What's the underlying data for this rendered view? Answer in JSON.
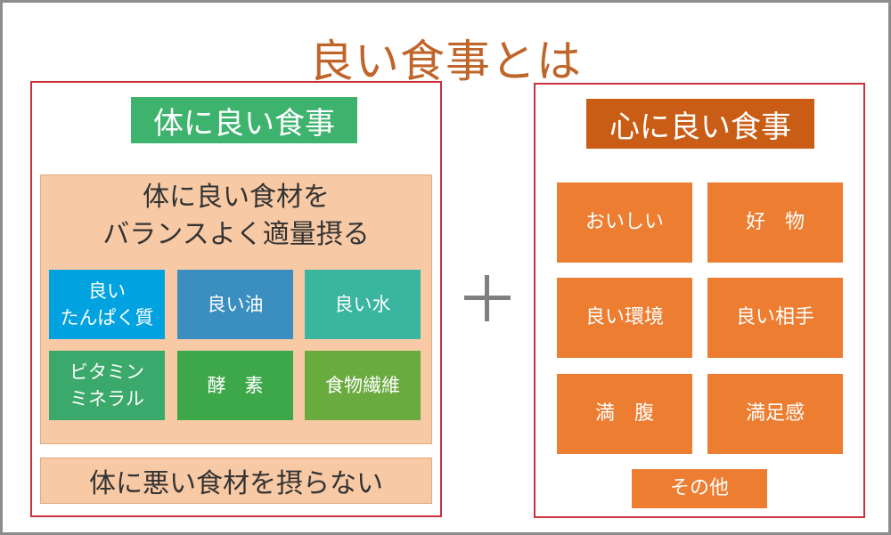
{
  "title": "良い食事とは",
  "left": {
    "heading": "体に良い食事",
    "intro_line1": "体に良い食材を",
    "intro_line2": "バランスよく適量摂る",
    "tiles": [
      {
        "line1": "良い",
        "line2": "たんぱく質",
        "color": "#00a3e0"
      },
      {
        "line1": "良い油",
        "line2": "",
        "color": "#3b8fc0"
      },
      {
        "line1": "良い水",
        "line2": "",
        "color": "#3ab5a0"
      },
      {
        "line1": "ビタミン",
        "line2": "ミネラル",
        "color": "#3aa96b"
      },
      {
        "line1": "酵　素",
        "line2": "",
        "color": "#3da84a"
      },
      {
        "line1": "食物繊維",
        "line2": "",
        "color": "#6aab3f"
      }
    ],
    "bad": "体に悪い食材を摂らない"
  },
  "right": {
    "heading": "心に良い食事",
    "tiles": [
      "おいしい",
      "好　物",
      "良い環境",
      "良い相手",
      "満　腹",
      "満足感"
    ],
    "other": "その他",
    "tile_color": "#ed7d31"
  },
  "plus_icon": "plus-icon"
}
